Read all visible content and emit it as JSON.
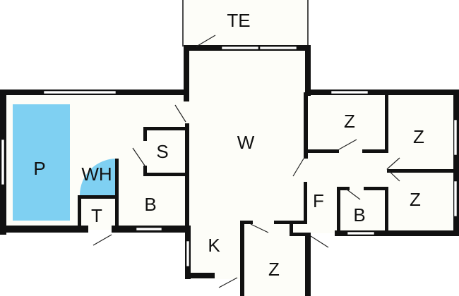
{
  "rooms": {
    "terrace": "TE",
    "living": "W",
    "pool": "P",
    "whirlpool": "WH",
    "sauna": "S",
    "bath_left": "B",
    "toilet": "T",
    "kitchen": "K",
    "bedroom_top": "Z",
    "bedroom_right_top": "Z",
    "bedroom_right_bottom": "Z",
    "hall": "F",
    "bath_right": "B",
    "bedroom_bottom": "Z"
  },
  "colors": {
    "floor": "#fdfdf8",
    "wall": "#111111",
    "water": "#7fd0f2"
  }
}
